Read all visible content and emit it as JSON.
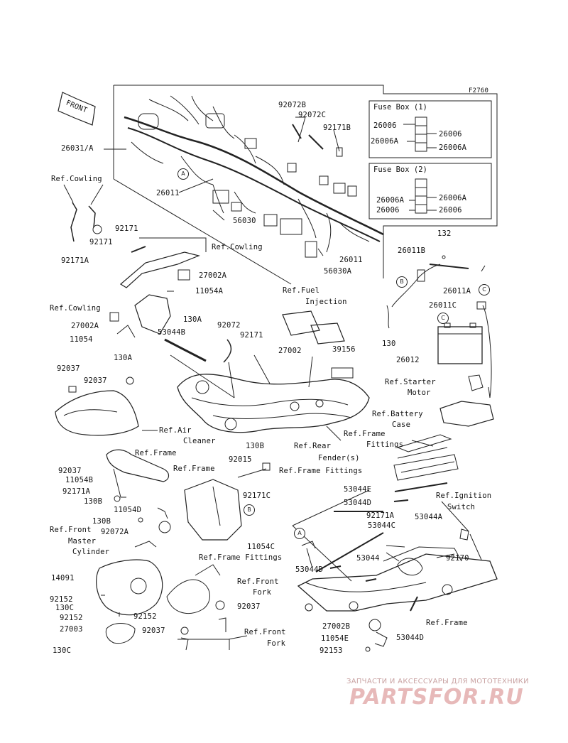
{
  "figure_code": "F2760",
  "front_label": "FRONT",
  "fuse_box_1": {
    "title": "Fuse Box (1)",
    "left": [
      "26006",
      "26006A"
    ],
    "right": [
      "26006",
      "26006A"
    ]
  },
  "fuse_box_2": {
    "title": "Fuse Box (2)",
    "left": [
      "26006A",
      "26006"
    ],
    "right": [
      "26006A",
      "26006"
    ]
  },
  "callouts": [
    "A",
    "B",
    "C"
  ],
  "labels": [
    {
      "t": "26031/A"
    },
    {
      "t": "92072B"
    },
    {
      "t": "92072C"
    },
    {
      "t": "92171B"
    },
    {
      "t": "26011"
    },
    {
      "t": "56030"
    },
    {
      "t": "26011"
    },
    {
      "t": "56030A"
    },
    {
      "t": "Ref.Cowling"
    },
    {
      "t": "92171"
    },
    {
      "t": "92171"
    },
    {
      "t": "92171A"
    },
    {
      "t": "Ref.Cowling"
    },
    {
      "t": "27002A"
    },
    {
      "t": "11054A"
    },
    {
      "t": "Ref.Cowling"
    },
    {
      "t": "27002A"
    },
    {
      "t": "11054"
    },
    {
      "t": "130A"
    },
    {
      "t": "130A"
    },
    {
      "t": "53044B"
    },
    {
      "t": "92072"
    },
    {
      "t": "92171"
    },
    {
      "t": "Ref.Fuel"
    },
    {
      "t": "Injection"
    },
    {
      "t": "132"
    },
    {
      "t": "26011B"
    },
    {
      "t": "26011A"
    },
    {
      "t": "26011C"
    },
    {
      "t": "130"
    },
    {
      "t": "26012"
    },
    {
      "t": "27002"
    },
    {
      "t": "39156"
    },
    {
      "t": "92037"
    },
    {
      "t": "92037"
    },
    {
      "t": "Ref.Starter"
    },
    {
      "t": "Motor"
    },
    {
      "t": "Ref.Battery"
    },
    {
      "t": "Case"
    },
    {
      "t": "Ref.Air"
    },
    {
      "t": "Cleaner"
    },
    {
      "t": "Ref.Frame"
    },
    {
      "t": "Fittings"
    },
    {
      "t": "Ref.Rear"
    },
    {
      "t": "Fender(s)"
    },
    {
      "t": "Ref.Frame"
    },
    {
      "t": "92037"
    },
    {
      "t": "11054B"
    },
    {
      "t": "92171A"
    },
    {
      "t": "130B"
    },
    {
      "t": "11054D"
    },
    {
      "t": "130B"
    },
    {
      "t": "92072A"
    },
    {
      "t": "Ref.Frame"
    },
    {
      "t": "92015"
    },
    {
      "t": "130B"
    },
    {
      "t": "92171C"
    },
    {
      "t": "Ref.Frame Fittings"
    },
    {
      "t": "53044E"
    },
    {
      "t": "53044D"
    },
    {
      "t": "Ref.Ignition"
    },
    {
      "t": "Switch"
    },
    {
      "t": "92171A"
    },
    {
      "t": "53044C"
    },
    {
      "t": "53044A"
    },
    {
      "t": "Ref.Front"
    },
    {
      "t": "Master"
    },
    {
      "t": "Cylinder"
    },
    {
      "t": "11054C"
    },
    {
      "t": "Ref.Frame Fittings"
    },
    {
      "t": "53044D"
    },
    {
      "t": "53044"
    },
    {
      "t": "92170"
    },
    {
      "t": "14091"
    },
    {
      "t": "Ref.Front"
    },
    {
      "t": "Fork"
    },
    {
      "t": "92152"
    },
    {
      "t": "130C"
    },
    {
      "t": "92152"
    },
    {
      "t": "92152"
    },
    {
      "t": "92037"
    },
    {
      "t": "27003"
    },
    {
      "t": "92037"
    },
    {
      "t": "Ref.Front"
    },
    {
      "t": "Fork"
    },
    {
      "t": "130C"
    },
    {
      "t": "27002B"
    },
    {
      "t": "11054E"
    },
    {
      "t": "92153"
    },
    {
      "t": "Ref.Frame"
    },
    {
      "t": "53044D"
    }
  ],
  "watermark": {
    "top": "ЗАПЧАСТИ И АКСЕССУАРЫ ДЛЯ МОТОТЕХНИКИ",
    "logo": "PARTSFOR.RU"
  }
}
